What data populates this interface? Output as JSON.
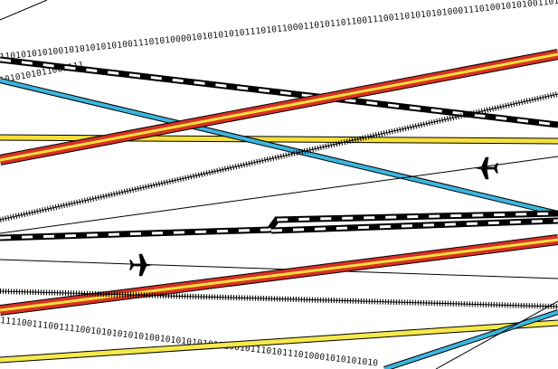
{
  "canvas": {
    "background": "#ffffff"
  },
  "colors": {
    "ink": "#000000",
    "red": "#d93025",
    "yellow": "#f5e03a",
    "cyan": "#3bb6df",
    "lemon": "#f6e94b"
  },
  "strings": {
    "bits_top": "110101010100101010101010011101010000101010101011101011000110101101100111001101010101000111010010101001101010110",
    "bits_left": "1010101011001111001010101",
    "bits_bottom": "1111001110011110010101010101001010101010101001011101011101000101010101010111010110101101"
  },
  "icons": [
    "airplane-icon",
    "airplane-icon"
  ]
}
